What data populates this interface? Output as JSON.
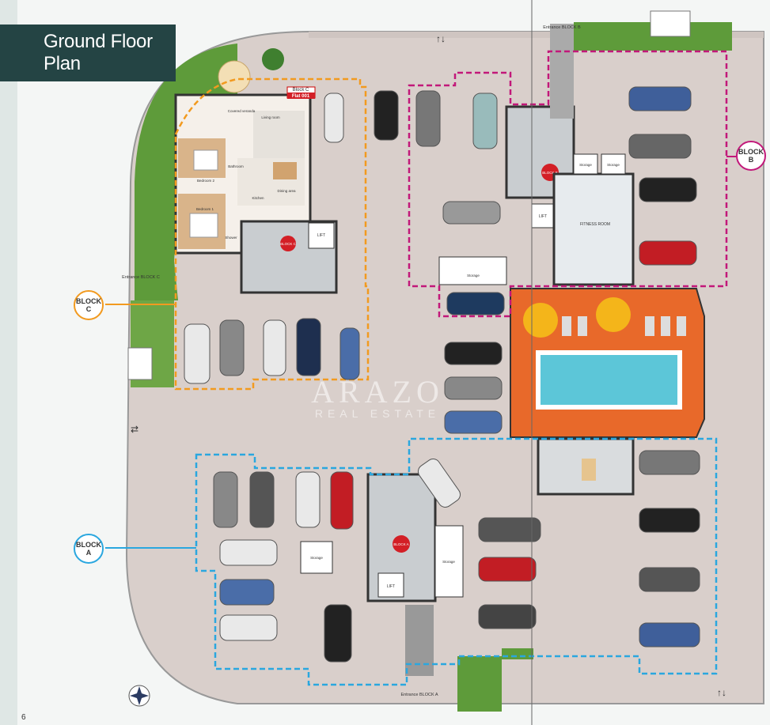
{
  "title": "Ground Floor Plan",
  "page_number": "6",
  "blocks": {
    "a": {
      "label": "BLOCK A",
      "color": "#2aa7df"
    },
    "b": {
      "label": "BLOCK B",
      "color": "#c2187a"
    },
    "c": {
      "label": "BLOCK C",
      "color": "#f29a1f"
    }
  },
  "entrances": {
    "a": "Entrance BLOCK A",
    "b": "Entrance BLOCK B",
    "c": "Entrance BLOCK C"
  },
  "flat": {
    "block": "Block C",
    "number": "Flat 001",
    "rooms": {
      "living": "Living room",
      "dining": "Dining area",
      "kitchen": "Kitchen",
      "bedroom1": "Bedroom 1",
      "bedroom2": "Bedroom 2",
      "bathroom": "Bathroom",
      "shower": "Shower",
      "covered": "Covered veranda"
    }
  },
  "rooms": {
    "fitness": "FITNESS ROOM",
    "storage": "Storage",
    "lift": "LIFT"
  },
  "stair_badges": {
    "a": "BLOCK A",
    "b": "BLOCK B",
    "c": "BLOCK C"
  },
  "watermark": {
    "main": "ARAZO",
    "sub": "REAL ESTATE"
  },
  "colors": {
    "title_bg": "#244444",
    "pool_deck": "#e8692a",
    "pool_water": "#5cc6d8",
    "floor": "#dcd3d0"
  }
}
